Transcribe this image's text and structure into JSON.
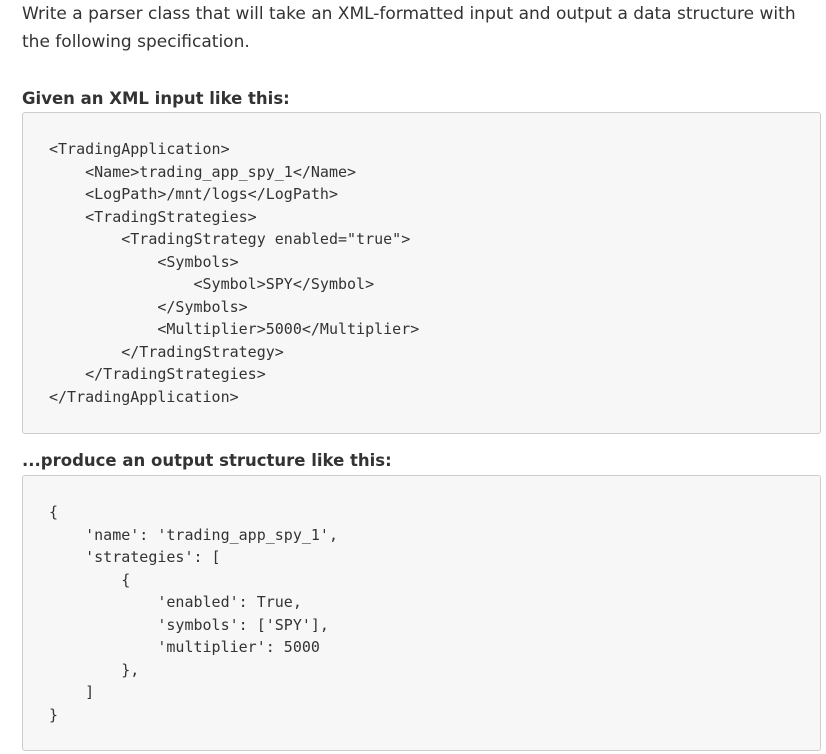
{
  "intro": {
    "text": "Write a parser class that will take an XML-formatted input and output a data structure with the following specification."
  },
  "input_section": {
    "heading": "Given an XML input like this:",
    "code": "<TradingApplication>\n    <Name>trading_app_spy_1</Name>\n    <LogPath>/mnt/logs</LogPath>\n    <TradingStrategies>\n        <TradingStrategy enabled=\"true\">\n            <Symbols>\n                <Symbol>SPY</Symbol>\n            </Symbols>\n            <Multiplier>5000</Multiplier>\n        </TradingStrategy>\n    </TradingStrategies>\n</TradingApplication>"
  },
  "output_section": {
    "heading": "...produce an output structure like this:",
    "code": "{\n    'name': 'trading_app_spy_1',\n    'strategies': [\n        {\n            'enabled': True,\n            'symbols': ['SPY'],\n            'multiplier': 5000\n        },\n    ]\n}"
  }
}
